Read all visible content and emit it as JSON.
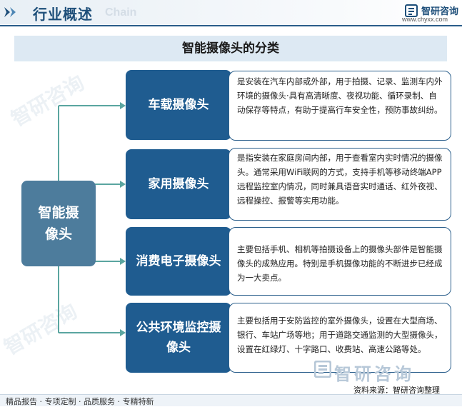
{
  "header": {
    "title": "行业概述",
    "subtitle": "Chain",
    "brand_name": "智研咨询",
    "brand_url": "www.chyxx.com"
  },
  "diagram": {
    "title": "智能摄像头的分类",
    "root": "智能摄像头",
    "categories": [
      {
        "label": "车载摄像头",
        "description": "是安装在汽车内部或外部，用于拍摄、记录、监测车内外环境的摄像头·具有高清晰度、夜视功能、循环录制、自动保存等特点，有助于提高行车安全性，预防事故纠纷。"
      },
      {
        "label": "家用摄像头",
        "description": "是指安装在家庭房间内部，用于查看室内实时情况的摄像头。通常采用WiFi联网的方式，支持手机等移动终端APP远程监控室内情况，同时兼具语音实时通话、红外夜视、远程操控、报警等实用功能。"
      },
      {
        "label": "消费电子摄像头",
        "description": "主要包括手机、相机等拍摄设备上的摄像头部件是智能摄像头的成熟应用。特别是手机摄像功能的不断进步已经成为一大卖点。"
      },
      {
        "label": "公共环境监控摄像头",
        "description": "主要包括用于安防监控的室外摄像头，设置在大型商场、银行、车站广场等地；用于道路交通监测的大型摄像头，设置在红绿灯、十字路口、收费站、高速公路等处。"
      }
    ]
  },
  "watermark": {
    "brand": "智研咨询"
  },
  "source": "资料来源：智研咨询整理",
  "footer": "精品报告 · 专项定制 · 品质服务 · 专精特新",
  "colors": {
    "root_fill": "#4d7c9c",
    "category_fill": "#1f5c90",
    "connector": "#5aa5a0",
    "title_band": "#dde9f3",
    "brand": "#1e4f7a"
  }
}
